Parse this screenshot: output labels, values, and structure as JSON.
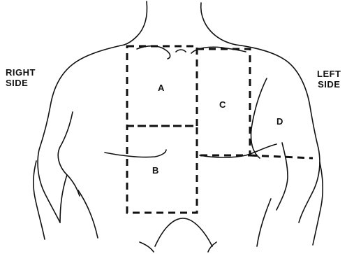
{
  "labels": {
    "right_side_line1": "RIGHT",
    "right_side_line2": "SIDE",
    "left_side_line1": "LEFT",
    "left_side_line2": "SIDE"
  },
  "regions": {
    "a": "A",
    "b": "B",
    "c": "C",
    "d": "D"
  },
  "colors": {
    "ink": "#111111",
    "background": "#ffffff"
  }
}
